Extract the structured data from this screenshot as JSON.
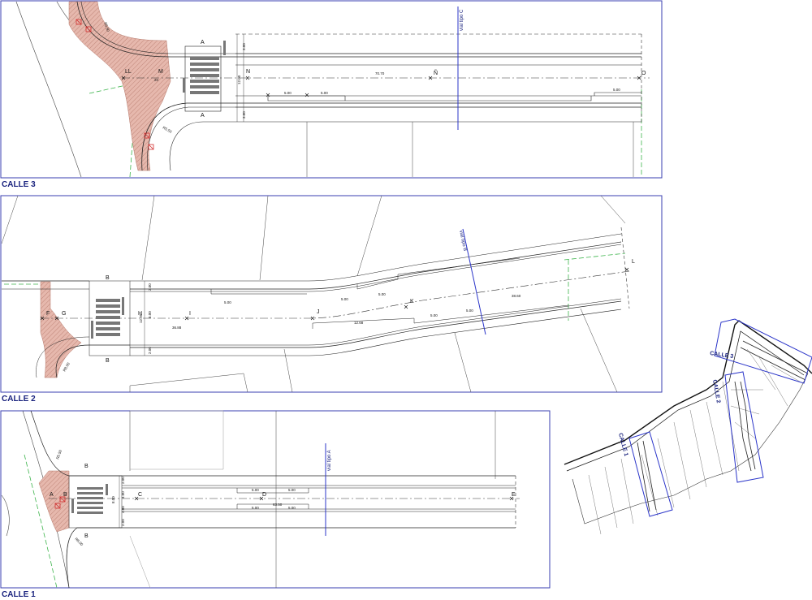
{
  "sheets": {
    "calle3": {
      "title": "CALLE 3",
      "section_label": "vial tipo C",
      "crossing_label": "A",
      "points": [
        "LL",
        "M",
        "N",
        "Ñ",
        "O"
      ],
      "dims": {
        "width1": "3.00",
        "width2": "3.00",
        "total": "12.00",
        "length": "70.70",
        "park1": "5.00",
        "park2": "5.00",
        "park3": "5.00",
        "radius_top": "R5.50",
        "radius_bottom": "R5.50",
        "short": "20"
      }
    },
    "calle2": {
      "title": "CALLE 2",
      "section_label": "vial tipo B",
      "crossing_label": "B",
      "points": [
        "F",
        "G",
        "H",
        "I",
        "J",
        "K",
        "L"
      ],
      "dims": {
        "width1": "2.00",
        "width2": "2.00",
        "total": "12.00",
        "len1": "36.88",
        "len2": "12.68",
        "len3": "38.60",
        "park1": "5.00",
        "park2": "5.00",
        "park3": "5.00",
        "park4": "5.00",
        "park5": "5.00",
        "radius": "R8.00",
        "axis": "6.00"
      }
    },
    "calle1": {
      "title": "CALLE 1",
      "section_label": "vial tipo A",
      "crossing_label": "B",
      "points": [
        "A",
        "B",
        "C",
        "D",
        "E"
      ],
      "dims": {
        "width1": "2.00",
        "width2": "2.00",
        "half1": "4.00",
        "half2": "4.00",
        "total": "8.00",
        "length": "63.50",
        "park1": "5.00",
        "park2": "5.00",
        "park3": "5.00",
        "park4": "5.00",
        "radius_top": "R5.50",
        "radius_bottom": "R8.00"
      }
    }
  },
  "keymap": {
    "labels": [
      "CALLE 3",
      "CALLE 2",
      "CALLE 1"
    ]
  },
  "colors": {
    "frame": "#3a3fb0",
    "title": "#1a237e",
    "hatch": "#d9a79b",
    "green_dash": "#3cb44b",
    "sign_red": "#d32f2f",
    "section_line": "#2b35c9"
  }
}
